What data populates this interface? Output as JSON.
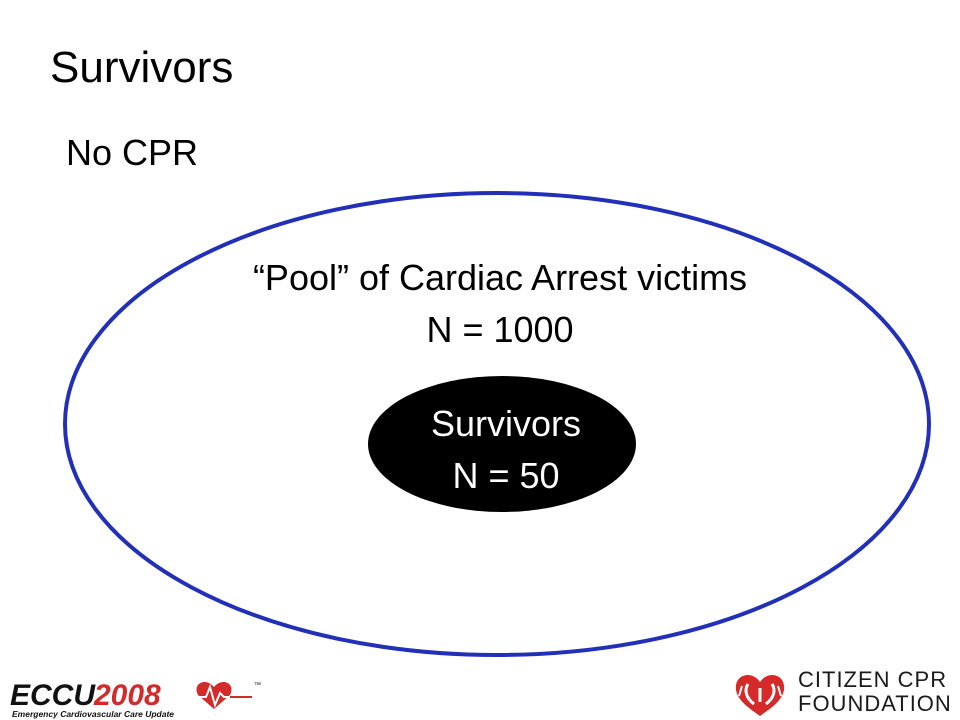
{
  "slide": {
    "title": "Survivors",
    "subtitle": "No CPR"
  },
  "diagram": {
    "pool": {
      "line1": "“Pool” of Cardiac Arrest victims",
      "line2": "N = 1000",
      "stroke_color": "#2230b8"
    },
    "survivors": {
      "line1": "Survivors",
      "line2": "N = 50",
      "fill_color": "#000000"
    }
  },
  "footer": {
    "left_logo": {
      "mark": "ECCU",
      "year": "2008",
      "tm": "™",
      "tagline": "Emergency Cardiovascular Care Update"
    },
    "right_logo": {
      "line1": "CITIZEN CPR",
      "line2": "FOUNDATION",
      "brand_color": "#d42a2a"
    }
  }
}
